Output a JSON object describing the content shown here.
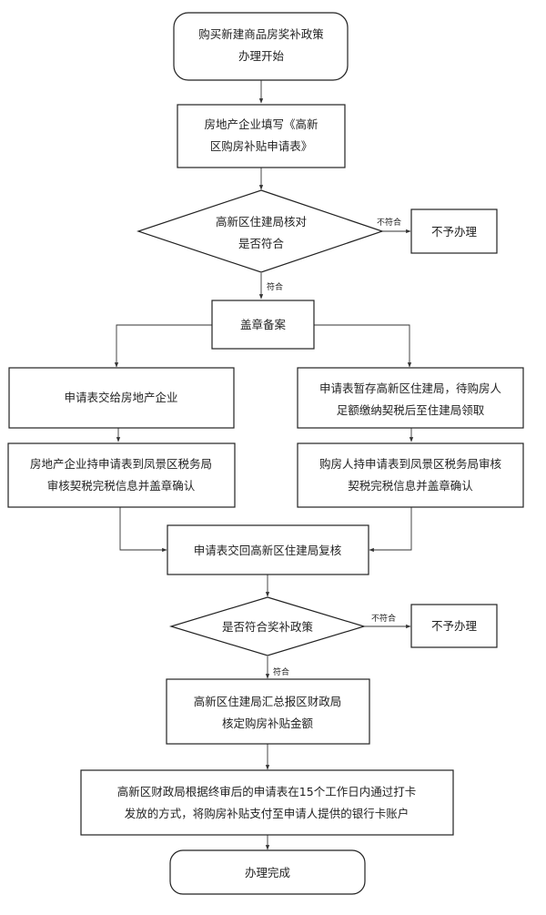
{
  "nodes": {
    "start": {
      "lines": [
        "购买新建商品房奖补政策",
        "办理开始"
      ]
    },
    "fill_form": {
      "lines": [
        "房地产企业填写《高新",
        "区购房补贴申请表》"
      ]
    },
    "check1": {
      "lines": [
        "高新区住建局核对",
        "是否符合"
      ]
    },
    "reject1": {
      "lines": [
        "不予办理"
      ]
    },
    "stamp": {
      "lines": [
        "盖章备案"
      ]
    },
    "left_deliver": {
      "lines": [
        "申请表交给房地产企业"
      ]
    },
    "right_hold": {
      "lines": [
        "申请表暂存高新区住建局，待购房人",
        "足额缴纳契税后至住建局领取"
      ]
    },
    "left_tax": {
      "lines": [
        "房地产企业持申请表到凤景区税务局",
        "审核契税完税信息并盖章确认"
      ]
    },
    "right_tax": {
      "lines": [
        "购房人持申请表到凤景区税务局审核",
        "契税完税信息并盖章确认"
      ]
    },
    "return_review": {
      "lines": [
        "申请表交回高新区住建局复核"
      ]
    },
    "check2": {
      "lines": [
        "是否符合奖补政策"
      ]
    },
    "reject2": {
      "lines": [
        "不予办理"
      ]
    },
    "summary": {
      "lines": [
        "高新区住建局汇总报区财政局",
        "核定购房补贴金额"
      ]
    },
    "payout": {
      "lines": [
        "高新区财政局根据终审后的申请表在15个工作日内通过打卡",
        "发放的方式，将购房补贴支付至申请人提供的银行卡账户"
      ]
    },
    "end": {
      "lines": [
        "办理完成"
      ]
    }
  },
  "edge_labels": {
    "no1": "不符合",
    "yes1": "符合",
    "no2": "不符合",
    "yes2": "符合"
  }
}
